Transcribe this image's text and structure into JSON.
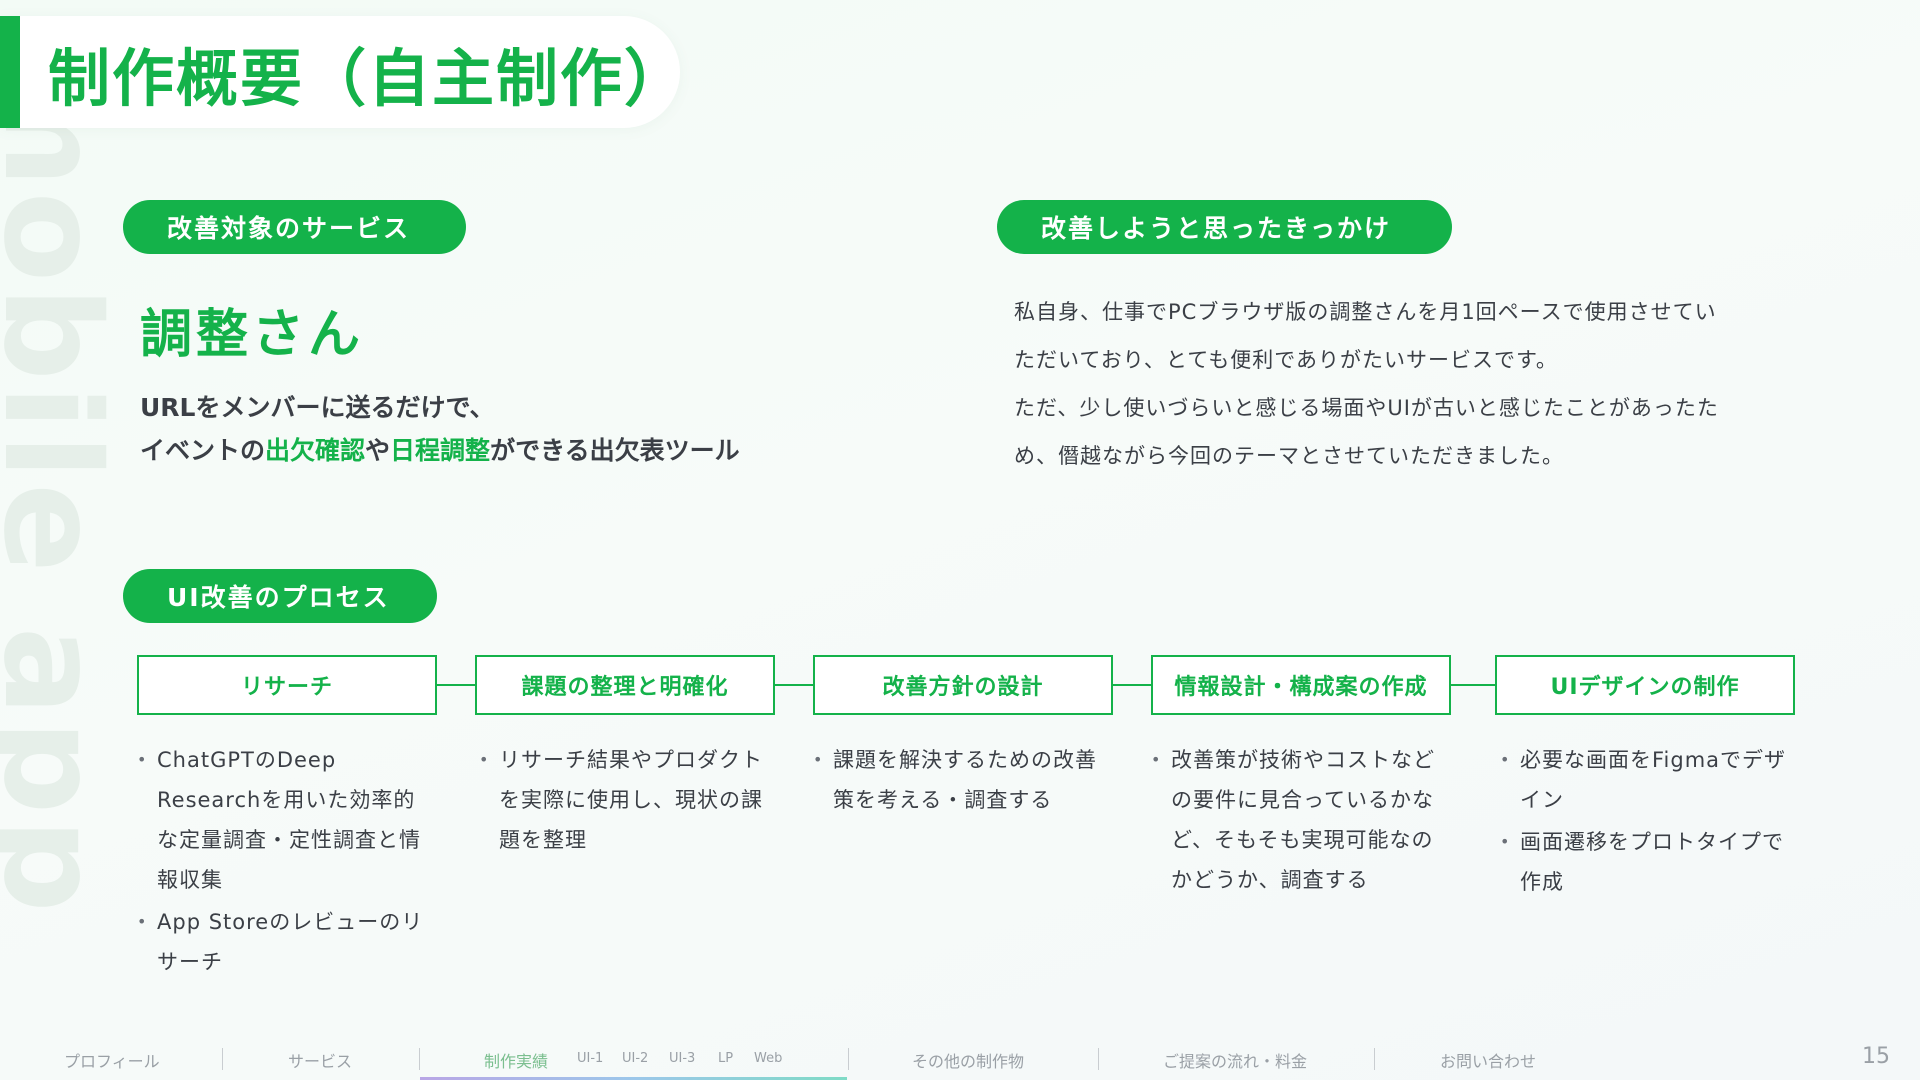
{
  "watermark": "mobile app",
  "title": "制作概要（自主制作）",
  "target_service": {
    "heading": "改善対象のサービス",
    "name": "調整さん",
    "desc_line1": "URLをメンバーに送るだけで、",
    "desc_line2_prefix": "イベントの",
    "desc_highlight1": "出欠確認",
    "desc_mid": "や",
    "desc_highlight2": "日程調整",
    "desc_suffix": "ができる出欠表ツール"
  },
  "reason": {
    "heading": "改善しようと思ったきっかけ",
    "lines": [
      "私自身、仕事でPCブラウザ版の調整さんを月1回ペースで使用させてい",
      "ただいており、とても便利でありがたいサービスです。",
      "ただ、少し使いづらいと感じる場面やUIが古いと感じたことがあったた",
      "め、僭越ながら今回のテーマとさせていただきました。"
    ]
  },
  "process": {
    "heading": "UI改善のプロセス",
    "steps": [
      {
        "label": "リサーチ",
        "bullets": [
          "ChatGPTのDeep Researchを用いた効率的な定量調査・定性調査と情報収集",
          "App Storeのレビューのリサーチ"
        ]
      },
      {
        "label": "課題の整理と明確化",
        "bullets": [
          "リサーチ結果やプロダクトを実際に使用し、現状の課題を整理"
        ]
      },
      {
        "label": "改善方針の設計",
        "bullets": [
          "課題を解決するための改善策を考える・調査する"
        ]
      },
      {
        "label": "情報設計・構成案の作成",
        "bullets": [
          "改善策が技術やコストなどの要件に見合っているかなど、そもそも実現可能なのかどうか、調査する"
        ]
      },
      {
        "label": "UIデザインの制作",
        "bullets": [
          "必要な画面をFigmaでデザイン",
          "画面遷移をプロトタイプで作成"
        ]
      }
    ]
  },
  "footer": {
    "nav": [
      "プロフィール",
      "サービス",
      "制作実績",
      "その他の制作物",
      "ご提案の流れ・料金",
      "お問い合わせ"
    ],
    "sub": [
      "UI-1",
      "UI-2",
      "UI-3",
      "LP",
      "Web"
    ],
    "active_index": 2,
    "page_number": "15"
  },
  "colors": {
    "accent": "#14b24a",
    "text": "#3b3f46",
    "muted": "#9aa0a6"
  }
}
